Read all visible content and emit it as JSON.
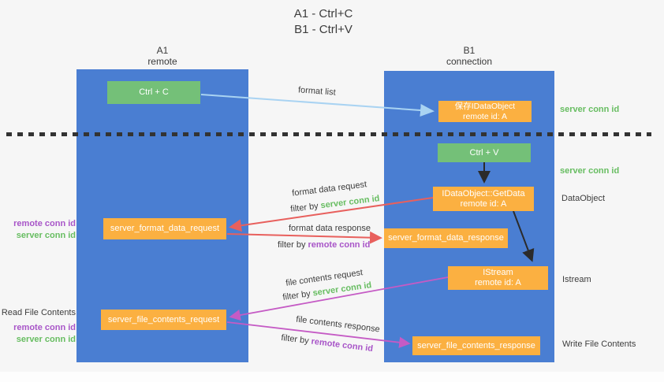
{
  "title": {
    "line1": "A1 - Ctrl+C",
    "line2": "B1 - Ctrl+V"
  },
  "lanes": {
    "left": {
      "title": "A1",
      "subtitle": "remote"
    },
    "right": {
      "title": "B1",
      "subtitle": "connection"
    }
  },
  "nodes": {
    "ctrl_c": {
      "label": "Ctrl + C"
    },
    "save_idataobject": {
      "line1": "保存IDataObject",
      "line2": "remote id: A"
    },
    "ctrl_v": {
      "label": "Ctrl + V"
    },
    "getdata": {
      "line1": "IDataObject::GetData",
      "line2": "remote id: A"
    },
    "istream": {
      "line1": "IStream",
      "line2": "remote id: A"
    },
    "format_request": {
      "label": "server_format_data_request"
    },
    "format_response": {
      "label": "server_format_data_response"
    },
    "file_request": {
      "label": "server_file_contents_request"
    },
    "file_response": {
      "label": "server_file_contents_response"
    }
  },
  "arrow_labels": {
    "format_list": "format list",
    "format_data_request": "format data request",
    "format_data_response": "format data response",
    "file_contents_request": "file contents request",
    "file_contents_response": "file contents response",
    "filter_prefix": "filter by ",
    "server_conn_id": "server conn id",
    "remote_conn_id": "remote conn id"
  },
  "annotations": {
    "left_remote_conn_id_1": "remote conn id",
    "left_server_conn_id_1": "server conn id",
    "read_file_contents": "Read File Contents",
    "left_remote_conn_id_2": "remote conn id",
    "left_server_conn_id_2": "server conn id",
    "right_server_conn_id_1": "server conn id",
    "right_server_conn_id_2": "server conn id",
    "dataobject": "DataObject",
    "istream": "Istream",
    "write_file_contents": "Write File Contents"
  },
  "colors": {
    "lane_blue": "#4a7ed2",
    "box_orange": "#fbb041",
    "box_green": "#74c078",
    "text_green": "#67bd61",
    "text_purple": "#a855c8",
    "arrow_red": "#e8605d",
    "arrow_magenta": "#c55bc5",
    "arrow_light_blue": "#a9d3f2",
    "arrow_black": "#2b2b2b"
  }
}
